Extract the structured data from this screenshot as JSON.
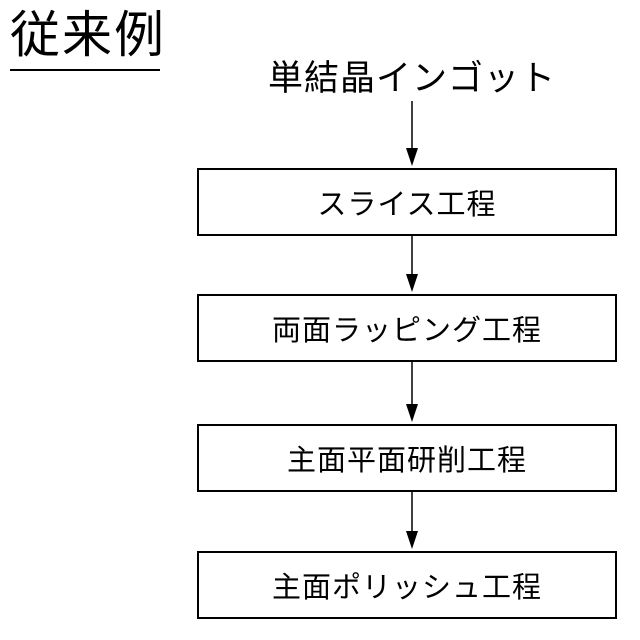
{
  "heading": "従来例",
  "start_node": "単結晶インゴット",
  "steps": [
    "スライス工程",
    "両面ラッピング工程",
    "主面平面研削工程",
    "主面ポリッシュ工程"
  ]
}
